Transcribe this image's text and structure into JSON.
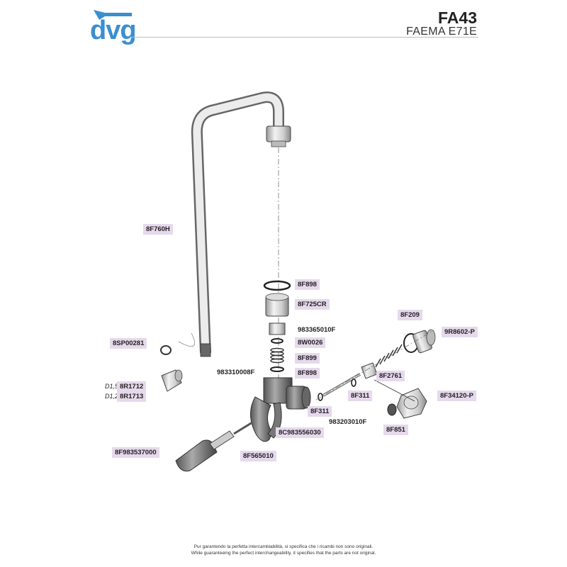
{
  "header": {
    "brand": "dvg",
    "code": "FA43",
    "model": "FAEMA E71E"
  },
  "parts": [
    {
      "id": "8F760H",
      "boxed": true
    },
    {
      "id": "8F898",
      "boxed": true
    },
    {
      "id": "8F725CR",
      "boxed": true
    },
    {
      "id": "983365010F",
      "boxed": false
    },
    {
      "id": "8W0026",
      "boxed": true
    },
    {
      "id": "8F899",
      "boxed": true
    },
    {
      "id": "983310008F",
      "boxed": false
    },
    {
      "id": "8F898",
      "boxed": true
    },
    {
      "id": "8SP00281",
      "boxed": true
    },
    {
      "id": "8R1712",
      "boxed": true
    },
    {
      "id": "8R1713",
      "boxed": true
    },
    {
      "id": "8F209",
      "boxed": true
    },
    {
      "id": "9R8602-P",
      "boxed": true
    },
    {
      "id": "8F2761",
      "boxed": true
    },
    {
      "id": "8F311",
      "boxed": true
    },
    {
      "id": "8F34120-P",
      "boxed": true
    },
    {
      "id": "8F311",
      "boxed": true
    },
    {
      "id": "983203010F",
      "boxed": false
    },
    {
      "id": "8F851",
      "boxed": true
    },
    {
      "id": "8C983556030",
      "boxed": true
    },
    {
      "id": "8F983537000",
      "boxed": true
    },
    {
      "id": "8F565010",
      "boxed": true
    }
  ],
  "sizes": [
    "D1,5",
    "D1,2"
  ],
  "footer": {
    "line1": "Pur garantendo la perfetta intercambiabilità, si specifica che i ricambi non sono originali.",
    "line2": "While guaranteeing the perfect interchangeability, it specifies that the parts are not original."
  },
  "colors": {
    "brand": "#3a8fd0",
    "label_box": "#e6d9ec"
  }
}
